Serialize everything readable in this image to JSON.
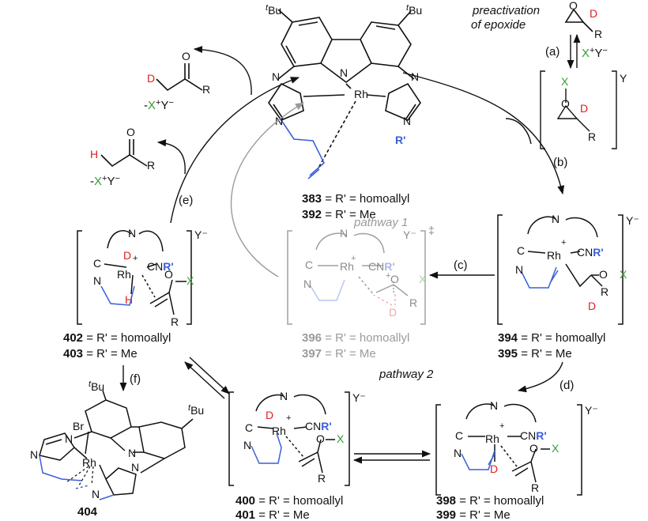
{
  "colors": {
    "deuterium": "#e02020",
    "halide": "#2e9e2e",
    "ligand_blue": "#3b5fd8",
    "faded": "#a0a0a0",
    "faded_deuterium": "#f2a8a8",
    "black": "#111111"
  },
  "atoms": {
    "tbu": "Bu",
    "tbu_sup": "t",
    "N": "N",
    "Rh": "Rh",
    "C": "C",
    "CN": "CN",
    "Rprime": "R'",
    "D": "D",
    "H": "H",
    "O": "O",
    "X": "X",
    "R": "R",
    "Y": "Y",
    "Yminus": "Y⁻",
    "plus": "+",
    "dagger": "‡",
    "Br": "Br",
    "X_plus": "X",
    "Y_minus": "Y"
  },
  "annotations": {
    "preactivation_line1": "preactivation",
    "preactivation_line2": "of epoxide",
    "pathway1": "pathway 1",
    "pathway2": "pathway 2"
  },
  "steps": {
    "a": "(a)",
    "b": "(b)",
    "c": "(c)",
    "d": "(d)",
    "e": "(e)",
    "f": "(f)"
  },
  "compounds": {
    "c383": {
      "num": "383",
      "text": " = R' = homoallyl"
    },
    "c392": {
      "num": "392",
      "text": " = R' = Me"
    },
    "c394": {
      "num": "394",
      "text": " = R' = homoallyl"
    },
    "c395": {
      "num": "395",
      "text": " = R' = Me"
    },
    "c396": {
      "num": "396",
      "text": " = R' = homoallyl"
    },
    "c397": {
      "num": "397",
      "text": " = R' = Me"
    },
    "c398": {
      "num": "398",
      "text": " = R' = homoallyl"
    },
    "c399": {
      "num": "399",
      "text": " = R' = Me"
    },
    "c400": {
      "num": "400",
      "text": " = R' = homoallyl"
    },
    "c401": {
      "num": "401",
      "text": " = R' = Me"
    },
    "c402": {
      "num": "402",
      "text": " = R' = homoallyl"
    },
    "c403": {
      "num": "403",
      "text": " = R' = Me"
    },
    "c404": {
      "num": "404"
    }
  },
  "products": {
    "byproduct": "-X⁺Y⁻"
  }
}
